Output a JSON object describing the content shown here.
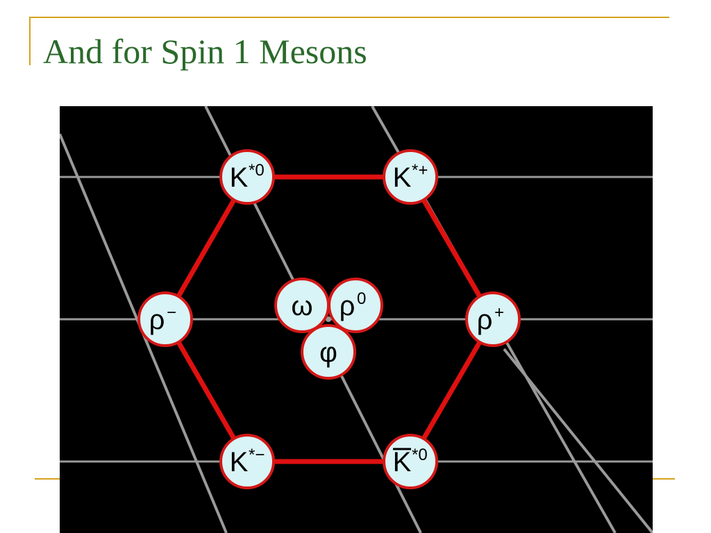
{
  "slide": {
    "title": "And for Spin 1 Mesons"
  },
  "colors": {
    "title_text": "#2b6a2b",
    "rule": "#d4a21c",
    "diagram_background": "#000000",
    "grid_line": "#9a9a9a",
    "hexagon_edge": "#e01010",
    "node_fill": "#d9f4f6",
    "node_stroke": "#d41818"
  },
  "diagram": {
    "nodes": [
      {
        "id": "k-star-0",
        "base": "K",
        "sup": "*0",
        "bar": false
      },
      {
        "id": "k-star-plus",
        "base": "K",
        "sup": "*+",
        "bar": false
      },
      {
        "id": "rho-minus",
        "base": "ρ",
        "sup": "−",
        "bar": false
      },
      {
        "id": "omega",
        "base": "ω",
        "sup": "",
        "bar": false
      },
      {
        "id": "rho-0",
        "base": "ρ",
        "sup": "0",
        "bar": false
      },
      {
        "id": "phi",
        "base": "φ",
        "sup": "",
        "bar": false
      },
      {
        "id": "rho-plus",
        "base": "ρ",
        "sup": "+",
        "bar": false
      },
      {
        "id": "k-star-minus",
        "base": "K",
        "sup": "*−",
        "bar": false
      },
      {
        "id": "k-bar-star-0",
        "base": "K",
        "sup": "*0",
        "bar": true
      }
    ]
  }
}
